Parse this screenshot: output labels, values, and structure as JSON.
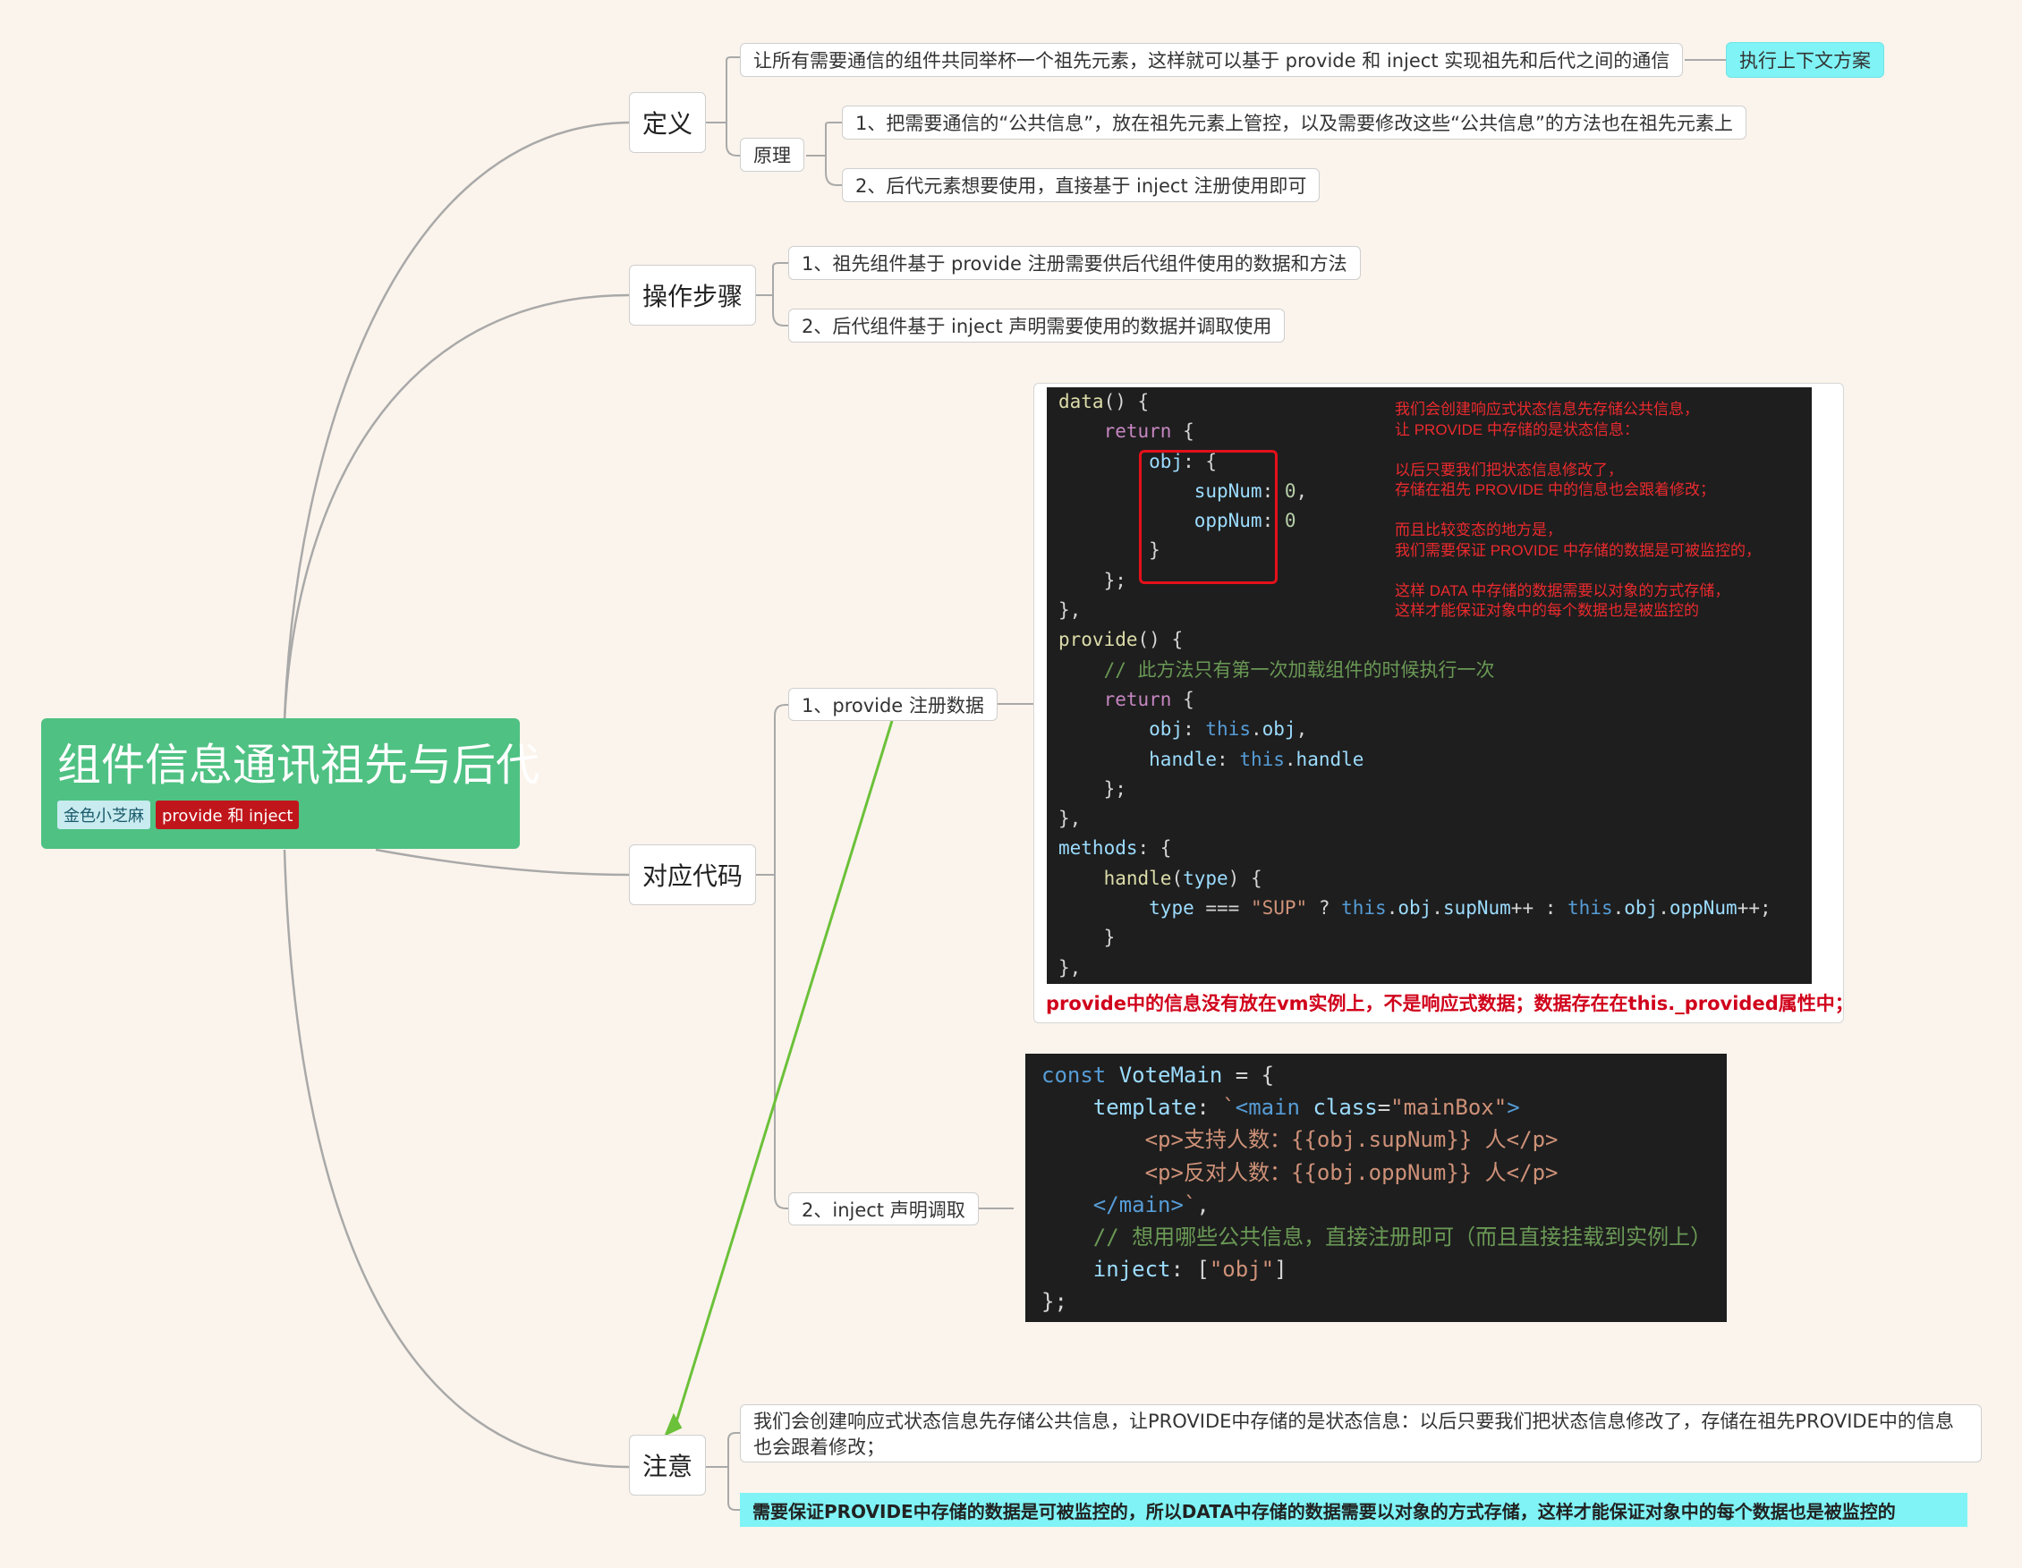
{
  "root": {
    "title": "组件信息通讯祖先与后代",
    "tags": [
      "金色小芝麻",
      "provide 和 inject"
    ]
  },
  "branches": {
    "definition": {
      "label": "定义",
      "text": "让所有需要通信的组件共同举杯一个祖先元素，这样就可以基于 provide 和 inject 实现祖先和后代之间的通信",
      "note": "执行上下文方案",
      "principle": {
        "label": "原理",
        "items": [
          "1、把需要通信的“公共信息”，放在祖先元素上管控，以及需要修改这些“公共信息”的方法也在祖先元素上",
          "2、后代元素想要使用，直接基于 inject 注册使用即可"
        ]
      }
    },
    "steps": {
      "label": "操作步骤",
      "items": [
        "1、祖先组件基于 provide 注册需要供后代组件使用的数据和方法",
        "2、后代组件基于 inject 声明需要使用的数据并调取使用"
      ]
    },
    "code": {
      "label": "对应代码",
      "provide_label": "1、provide 注册数据",
      "inject_label": "2、inject 声明调取",
      "provide_code_lines": [
        "data() {",
        "    return {",
        "        obj: {",
        "            supNum: 0,",
        "            oppNum: 0",
        "        }",
        "    };",
        "},",
        "provide() {",
        "    // 此方法只有第一次加载组件的时候执行一次",
        "    return {",
        "        obj: this.obj,",
        "        handle: this.handle",
        "    };",
        "},",
        "methods: {",
        "    handle(type) {",
        "        type === \"SUP\" ? this.obj.supNum++ : this.obj.oppNum++;",
        "    }",
        "},"
      ],
      "provide_notes": "我们会创建响应式状态信息先存储公共信息，\n让 PROVIDE 中存储的是状态信息：\n\n以后只要我们把状态信息修改了，\n存储在祖先 PROVIDE 中的信息也会跟着修改；\n\n而且比较变态的地方是，\n我们需要保证 PROVIDE 中存储的数据是可被监控的，\n\n这样 DATA 中存储的数据需要以对象的方式存储，\n这样才能保证对象中的每个数据也是被监控的",
      "provide_warning": "provide中的信息没有放在vm实例上，不是响应式数据；数据存在在this._provided属性中；",
      "inject_code_lines": [
        "const VoteMain = {",
        "    template: `<main class=\"mainBox\">",
        "        <p>支持人数：{{obj.supNum}} 人</p>",
        "        <p>反对人数：{{obj.oppNum}} 人</p>",
        "    </main>`,",
        "    // 想用哪些公共信息，直接注册即可（而且直接挂载到实例上）",
        "    inject: [\"obj\"]",
        "};"
      ]
    },
    "attention": {
      "label": "注意",
      "text": "我们会创建响应式状态信息先存储公共信息，让PROVIDE中存储的是状态信息：以后只要我们把状态信息修改了，存储在祖先PROVIDE中的信息也会跟着修改；",
      "highlight": "需要保证PROVIDE中存储的数据是可被监控的，所以DATA中存储的数据需要以对象的方式存储，这样才能保证对象中的每个数据也是被监控的"
    }
  },
  "colors": {
    "root": "#4fc183",
    "highlight": "#7ff3f5",
    "warning": "#d0021b",
    "arrow": "#6cc13a",
    "background": "#fbf4ec"
  }
}
